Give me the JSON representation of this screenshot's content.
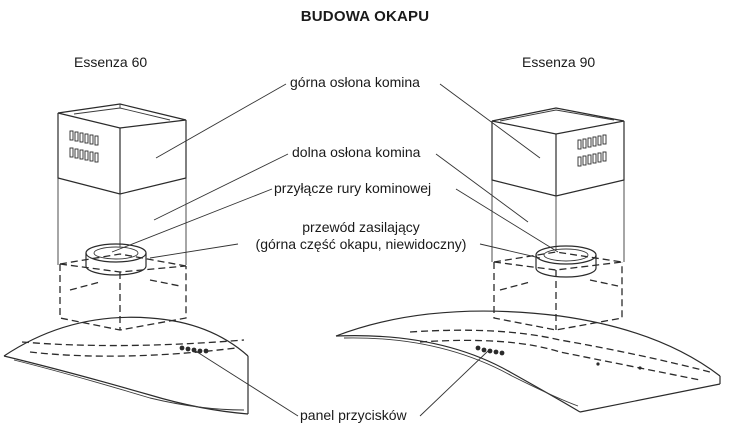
{
  "title": "BUDOWA OKAPU",
  "models": {
    "left": "Essenza 60",
    "right": "Essenza 90"
  },
  "labels": {
    "upper_cover": "górna osłona komina",
    "lower_cover": "dolna osłona komina",
    "pipe_connector": "przyłącze rury kominowej",
    "power_cable_line1": "przewód zasilający",
    "power_cable_line2": "(górna część okapu, niewidoczny)",
    "button_panel": "panel przycisków"
  }
}
